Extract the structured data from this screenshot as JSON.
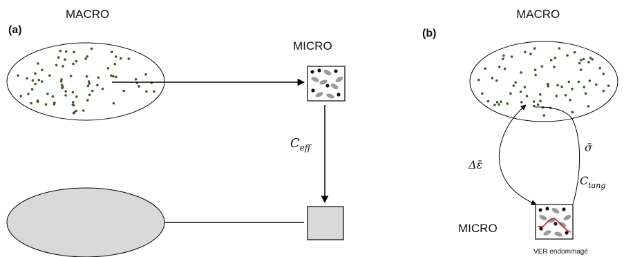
{
  "panel_a": {
    "label": "(a)",
    "macro_label": "MACRO",
    "micro_label": "MICRO",
    "coupling_label": "C",
    "coupling_sub": "eff"
  },
  "panel_b": {
    "label": "(b)",
    "macro_label": "MACRO",
    "micro_label": "MICRO",
    "strain_label": "Δε̄",
    "stress_label": "σ̄",
    "tangent_label": "C",
    "tangent_sub": "tang",
    "rve_caption": "VER endommagé"
  },
  "colors": {
    "inclusion_dot": "#3a5a2a",
    "homogenized_fill": "#d9d9d9",
    "crack": "#d03030",
    "particle_black": "#111111",
    "particle_grey": "#9a9a9a",
    "stroke": "#000000"
  }
}
